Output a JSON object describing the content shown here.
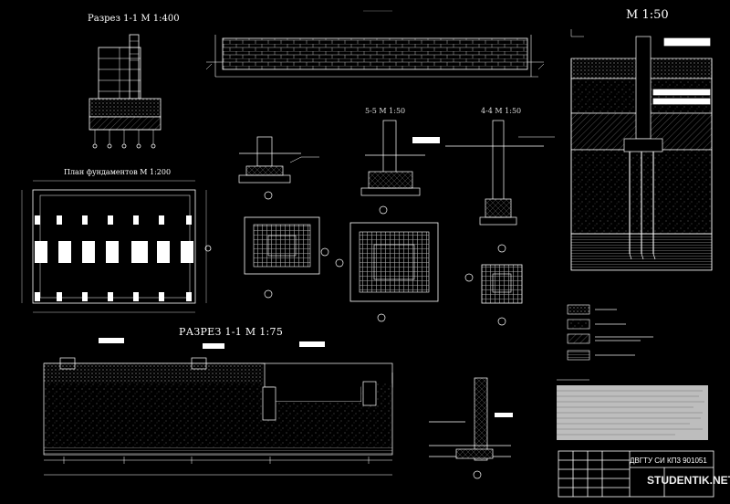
{
  "titles": {
    "section_1_1_top": "Разрез 1-1 М 1:400",
    "scale_m150": "М 1:50",
    "foundation_plan": "План фундаментов М 1:200",
    "section_5_5": "5-5 М 1:50",
    "section_4_4": "4-4 М 1:50",
    "section_1_1_bottom": "РАЗРЕЗ 1-1 М 1:75"
  },
  "stamp": {
    "code": "ДВГТУ СИ КП3 901051"
  },
  "watermark": "STUDENTIK.NET",
  "colors": {
    "background": "#000000",
    "lines": "#ffffff"
  }
}
